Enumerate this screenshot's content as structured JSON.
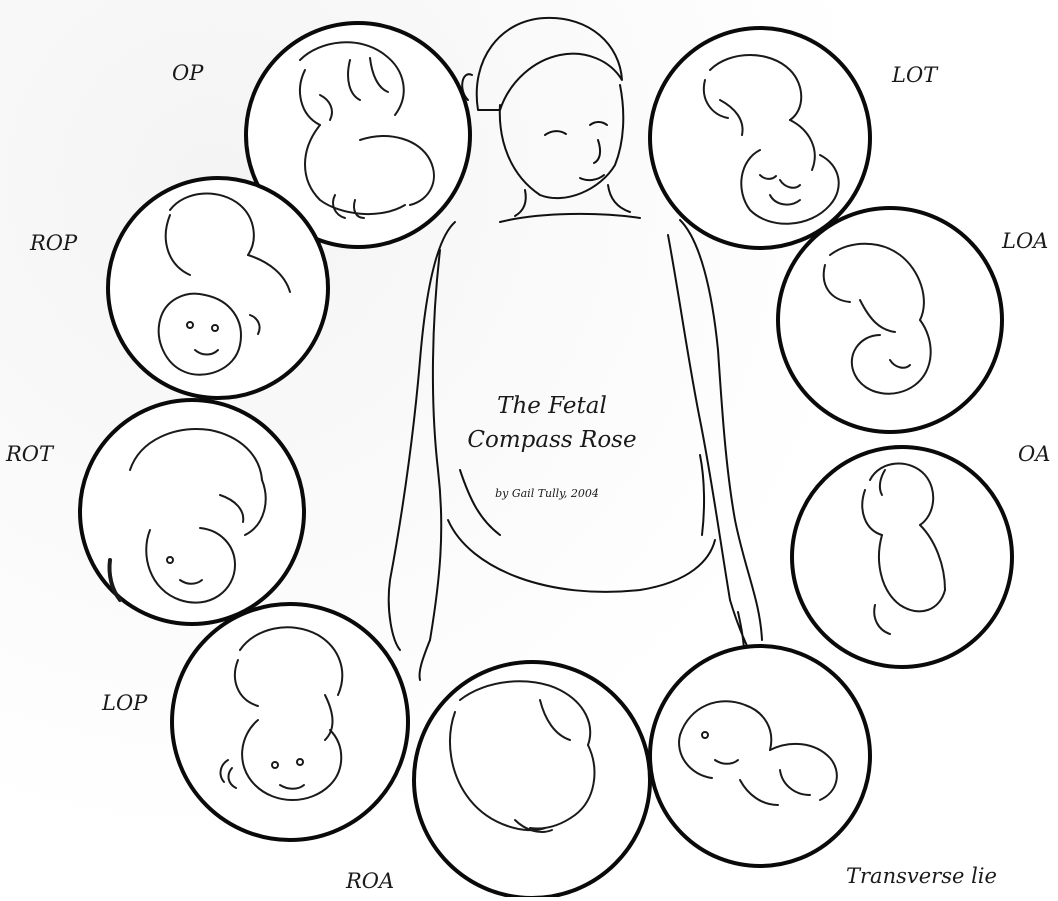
{
  "diagram": {
    "title_line1": "The Fetal",
    "title_line2": "Compass Rose",
    "byline": "by Gail Tully, 2004",
    "positions": [
      "OP",
      "LOT",
      "LOA",
      "OA",
      "Transverse lie",
      "ROA",
      "LOP",
      "ROT",
      "ROP"
    ]
  },
  "colors": {
    "ink": "#111111",
    "background": "#ffffff"
  }
}
